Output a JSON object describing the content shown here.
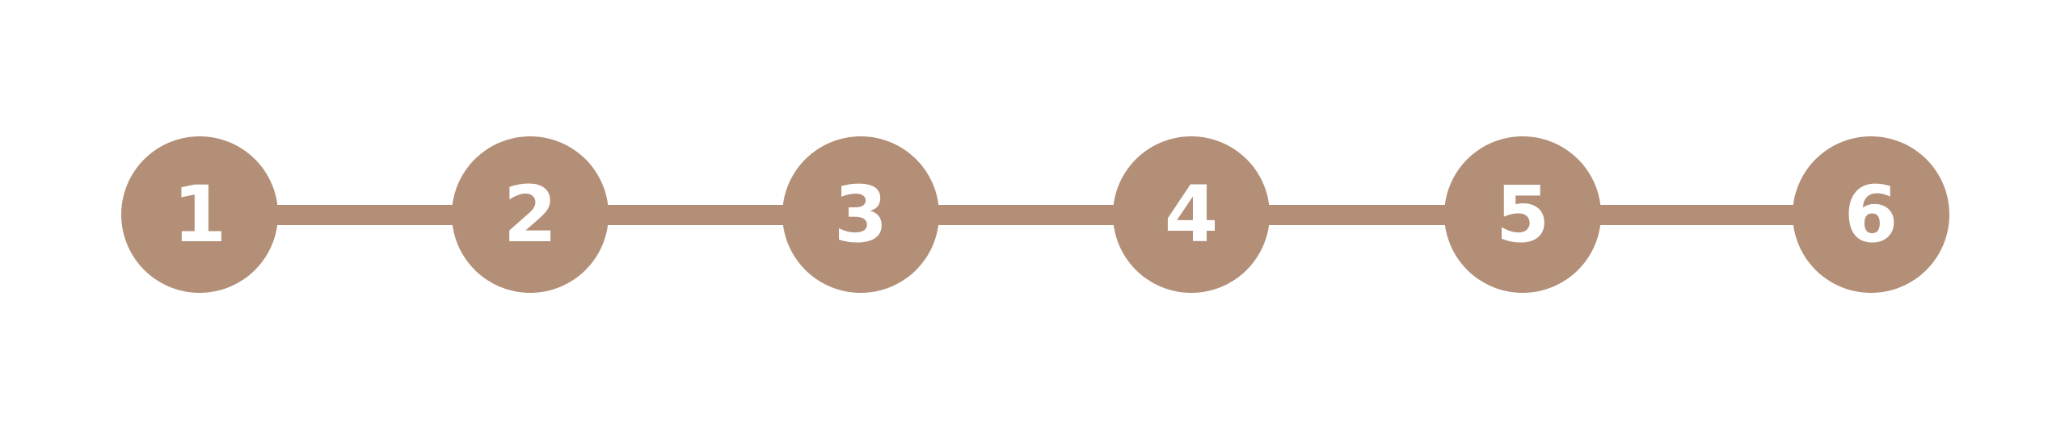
{
  "stepper": {
    "color": "#b38f78",
    "text_color": "#ffffff",
    "steps": [
      {
        "label": "1"
      },
      {
        "label": "2"
      },
      {
        "label": "3"
      },
      {
        "label": "4"
      },
      {
        "label": "5"
      },
      {
        "label": "6"
      }
    ]
  }
}
